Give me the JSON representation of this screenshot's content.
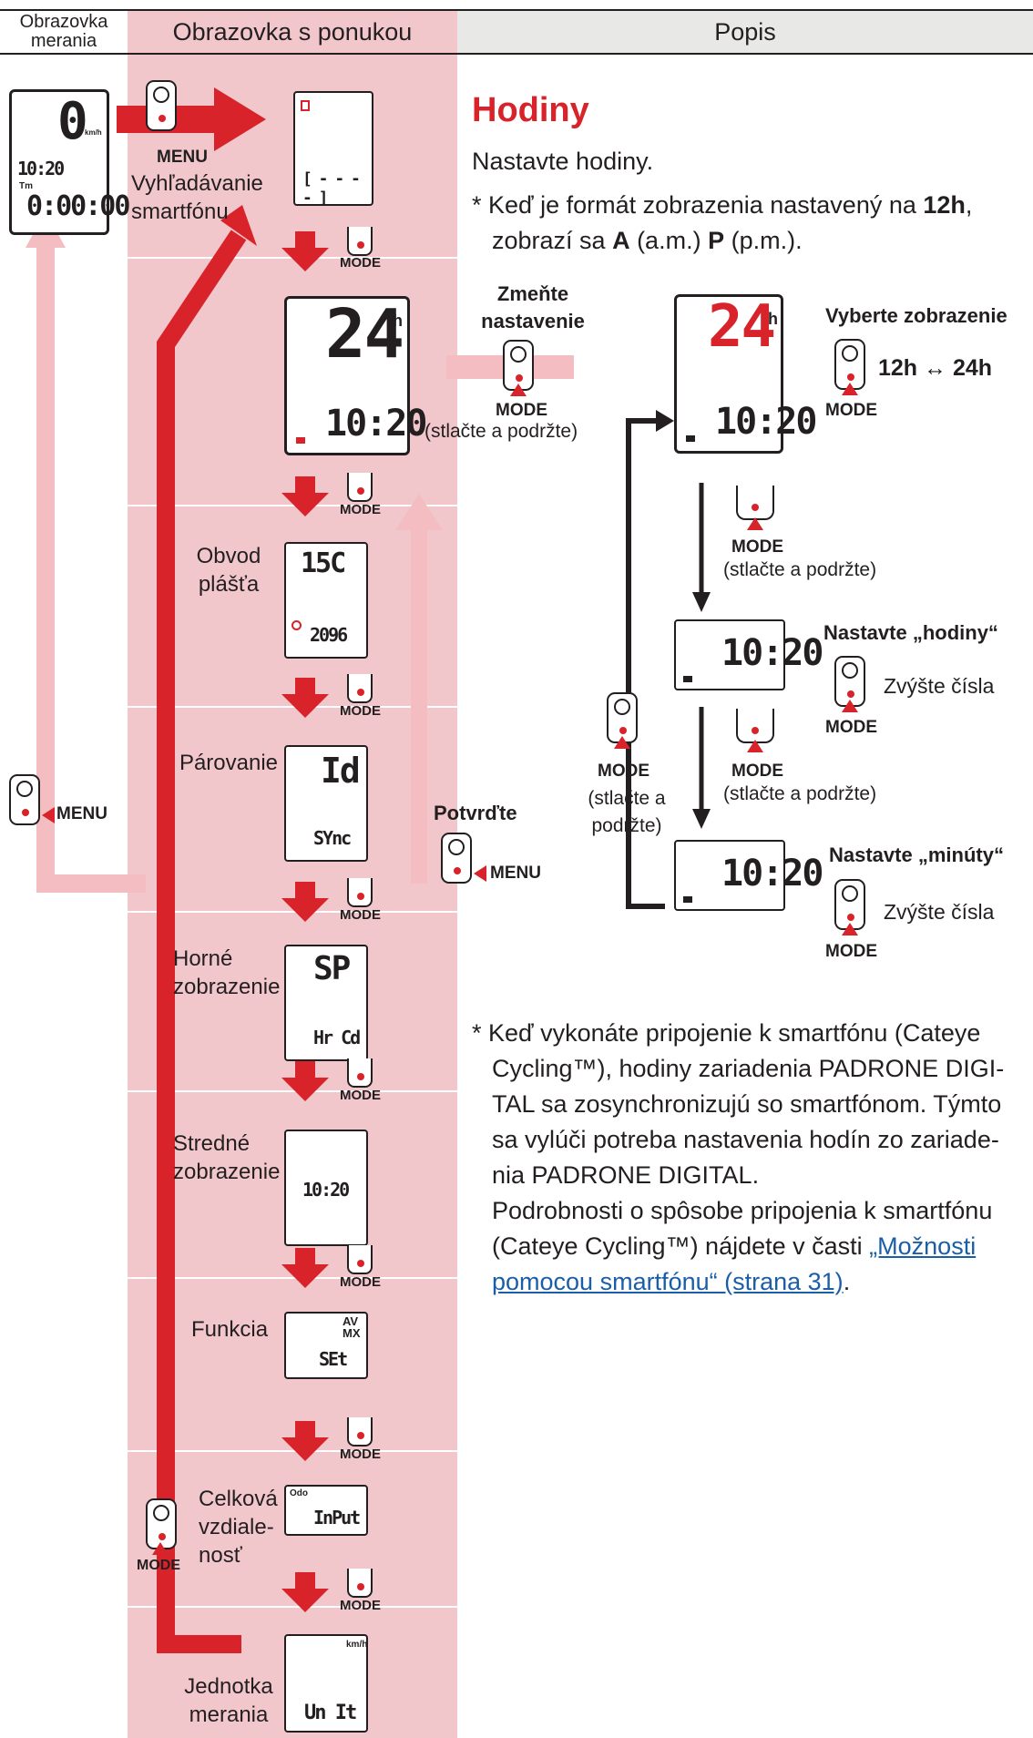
{
  "header": {
    "col1": "Obrazovka merania",
    "col2": "Obrazovka s ponukou",
    "col3": "Popis"
  },
  "measure_screen": {
    "speed": "0",
    "unit": "km/h",
    "clock": "10:20",
    "tm": "Tm",
    "time": "0:00:00"
  },
  "buttons": {
    "menu": "MENU",
    "mode": "MODE",
    "press_hold": "(stlačte a podržte)",
    "press_hold_split": [
      "(stlačte a",
      "podržte)"
    ]
  },
  "menu_items": [
    {
      "label": "Vyhľadávanie smartfónu",
      "display": "[ - - - - ]"
    },
    {
      "label": "",
      "display_top": "24",
      "display_bottom": "10:20"
    },
    {
      "label": "Obvod plášťa",
      "display_top": "15C",
      "display_bottom": "2096"
    },
    {
      "label": "Párovanie",
      "display_top": "Id",
      "display_bottom": "SYnc"
    },
    {
      "label": "Horné zobrazenie",
      "display_top": "SP",
      "display_bottom": "Hr Cd"
    },
    {
      "label": "Stredné zobrazenie",
      "display_top": "",
      "display_bottom": "10:20"
    },
    {
      "label": "Funkcia",
      "display_top": "AV MX",
      "display_bottom": "SEt"
    },
    {
      "label": "Celková vzdialenosť",
      "display_top": "Odo",
      "display_bottom": "InPut"
    },
    {
      "label": "Jednotka merania",
      "display_top": "km/h",
      "display_bottom": "Un It"
    }
  ],
  "labels": {
    "menu_top": "MENU",
    "search_1": "Vyhľadávanie",
    "search_2": "smartfónu",
    "tire_1": "Obvod",
    "tire_2": "plášťa",
    "pairing": "Párovanie",
    "upper_1": "Horné",
    "upper_2": "zobrazenie",
    "middle_1": "Stredné",
    "middle_2": "zobrazenie",
    "function": "Funkcia",
    "odo_1": "Celková",
    "odo_2": "vzdiale-",
    "odo_3": "nosť",
    "unit_1": "Jednotka",
    "unit_2": "merania",
    "change_1": "Zmeňte",
    "change_2": "nastavenie",
    "confirm": "Potvrďte"
  },
  "description": {
    "title": "Hodiny",
    "intro": "Nastavte hodiny.",
    "note1_a": "* Keď je formát zobrazenia nastavený na ",
    "note1_b": "12h",
    "note1_c": ",",
    "note1_d": "zobrazí sa ",
    "note1_e": "A",
    "note1_f": " (a.m.) ",
    "note1_g": "P",
    "note1_h": " (p.m.).",
    "select_display": "Vyberte zobrazenie",
    "toggle": "12h ↔ 24h",
    "set_hours": "Nastavte „hodiny“",
    "increase": "Zvýšte čísla",
    "set_minutes": "Nastavte „minúty“",
    "note2_lines": [
      "* Keď vykonáte pripojenie k smartfónu (Cateye",
      "Cycling™), hodiny zariadenia PADRONE DIGI-",
      "TAL sa zosynchronizujú so smartfónom. Týmto",
      "sa vylúči potreba nastavenia hodín zo zariade-",
      "nia PADRONE DIGITAL.",
      "Podrobnosti o spôsobe pripojenia k smartfónu",
      "(Cateye Cycling™) nájdete v časti "
    ],
    "link_1": "„Možnosti",
    "link_2": "pomocou smartfónu“ (strana 31)",
    "link_end": "."
  },
  "displays": {
    "hours": "24",
    "h": "h",
    "clock": "10:20"
  },
  "colors": {
    "accent": "#d8232a",
    "menu_bg": "#f2c7cc",
    "arrow_light": "#f3bdc2"
  }
}
